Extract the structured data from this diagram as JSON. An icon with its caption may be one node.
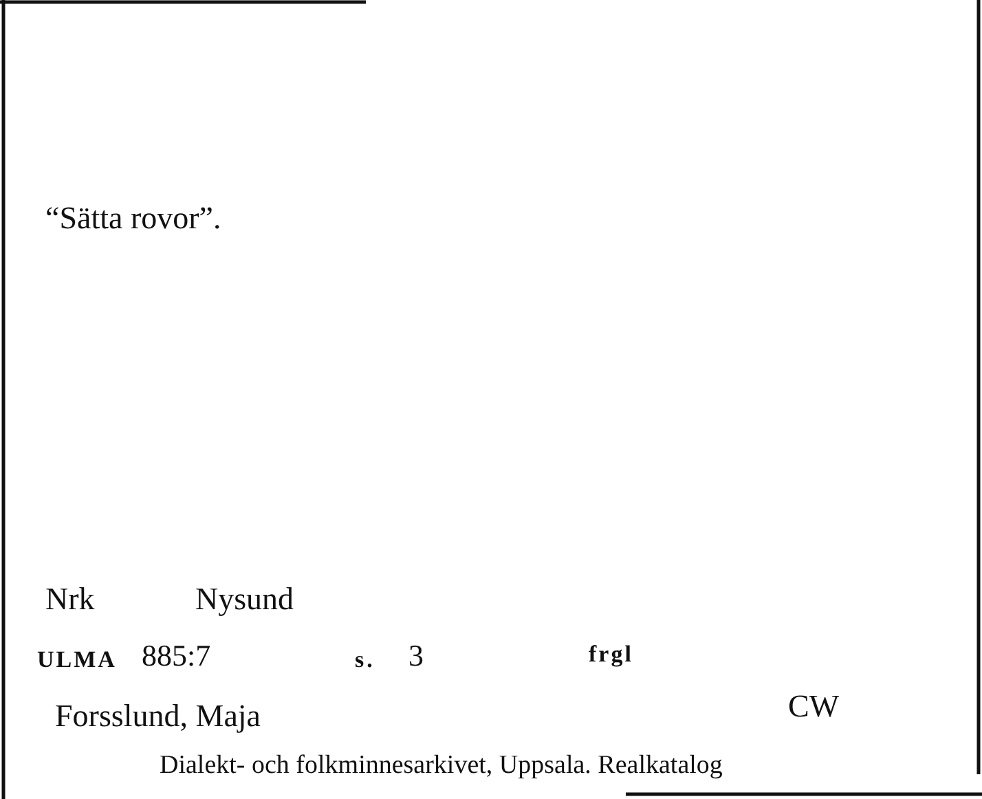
{
  "diagram": {
    "labels": [
      "“Sätta rovor”.",
      "Nrk",
      "Nysund",
      "ULMA",
      "885:7",
      "s.",
      "3",
      "frgl",
      "Forsslund, Maja",
      "CW",
      "Dialekt- och folkminnesarkivet, Uppsala. Realkatalog"
    ]
  }
}
